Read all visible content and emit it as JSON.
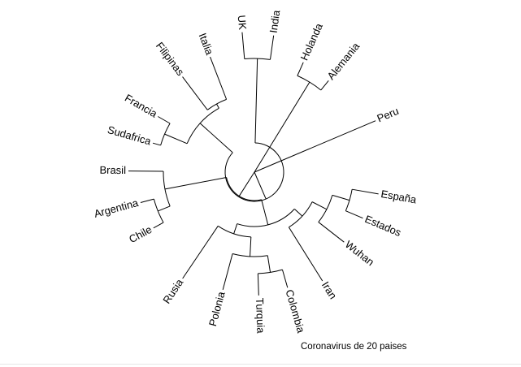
{
  "caption": "Coronavirus de 20 paises",
  "colors": {
    "lines": "#000000",
    "text": "#000000",
    "background": "#ffffff"
  },
  "tree": {
    "name": "root",
    "children": [
      {
        "name": "upper-group",
        "children": [
          {
            "name": "left-upper-cluster",
            "children": [
              {
                "name": "sudafrica-francia",
                "children": [
                  {
                    "label": "Sudafrica"
                  },
                  {
                    "label": "Francia"
                  }
                ]
              },
              {
                "name": "filipinas-italia",
                "children": [
                  {
                    "label": "Filipinas"
                  },
                  {
                    "label": "Italia"
                  }
                ]
              }
            ]
          },
          {
            "name": "uk-india",
            "children": [
              {
                "label": "UK"
              },
              {
                "label": "India"
              }
            ]
          }
        ]
      },
      {
        "name": "lower-group",
        "children": [
          {
            "name": "left-lower-cluster",
            "children": [
              {
                "label": "Brasil"
              },
              {
                "name": "argentina-chile",
                "children": [
                  {
                    "label": "Argentina"
                  },
                  {
                    "label": "Chile"
                  }
                ]
              }
            ]
          },
          {
            "name": "bottom-cluster",
            "children": [
              {
                "name": "rusia-group",
                "children": [
                  {
                    "label": "Rusia"
                  },
                  {
                    "name": "polonia-group",
                    "children": [
                      {
                        "label": "Polonia"
                      },
                      {
                        "name": "turquia-colombia",
                        "children": [
                          {
                            "label": "Turquia"
                          },
                          {
                            "label": "Colombia"
                          }
                        ]
                      }
                    ]
                  }
                ]
              },
              {
                "name": "right-lower-cluster",
                "children": [
                  {
                    "label": "Iran"
                  },
                  {
                    "name": "wuhan-group",
                    "children": [
                      {
                        "label": "Wuhan"
                      },
                      {
                        "name": "espana-estados",
                        "children": [
                          {
                            "label": "España"
                          },
                          {
                            "label": "Estados"
                          }
                        ]
                      }
                    ]
                  }
                ]
              }
            ]
          }
        ]
      },
      {
        "label": "Peru"
      },
      {
        "name": "holanda-alemania",
        "children": [
          {
            "label": "Holanda"
          },
          {
            "label": "Alemania"
          }
        ]
      }
    ]
  }
}
